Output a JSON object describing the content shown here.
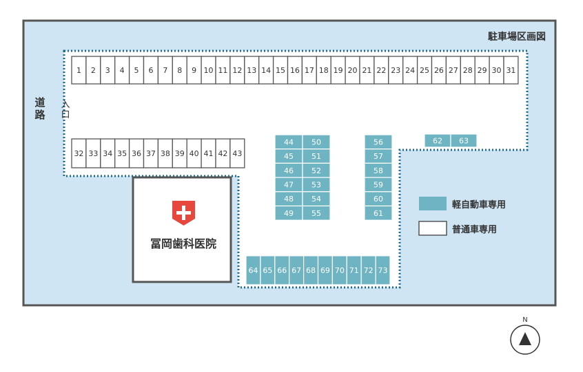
{
  "title": "駐車場区画図",
  "road_label": "道路",
  "entrance_label": "入口",
  "clinic": {
    "name": "冨岡歯科医院",
    "icon": "red-cross-shield-icon"
  },
  "legend": {
    "kei": "軽自動車専用",
    "regular": "普通車専用"
  },
  "compass": {
    "label": "N",
    "icon": "north-arrow-icon"
  },
  "colors": {
    "lot_background": "#cfe5f3",
    "kei_stall": "#6fb4c3",
    "regular_stall": "#ffffff",
    "dotted_border": "#1f6a8a",
    "clinic_cross": "#e8473b",
    "outline": "#555555"
  },
  "stalls": {
    "top_row": [
      "1",
      "2",
      "3",
      "4",
      "5",
      "6",
      "7",
      "8",
      "9",
      "10",
      "11",
      "12",
      "13",
      "14",
      "15",
      "16",
      "17",
      "18",
      "19",
      "20",
      "21",
      "22",
      "23",
      "24",
      "25",
      "26",
      "27",
      "28",
      "29",
      "30",
      "31"
    ],
    "left_row": [
      "32",
      "33",
      "34",
      "35",
      "36",
      "37",
      "38",
      "39",
      "40",
      "41",
      "42",
      "43"
    ],
    "kei_col_a": [
      "44",
      "45",
      "46",
      "47",
      "48",
      "49"
    ],
    "kei_col_b": [
      "50",
      "51",
      "52",
      "53",
      "54",
      "55"
    ],
    "kei_col_c": [
      "56",
      "57",
      "58",
      "59",
      "60",
      "61"
    ],
    "kei_pair": [
      "62",
      "63"
    ],
    "kei_bottom": [
      "64",
      "65",
      "66",
      "67",
      "68",
      "69",
      "70",
      "71",
      "72",
      "73"
    ]
  }
}
